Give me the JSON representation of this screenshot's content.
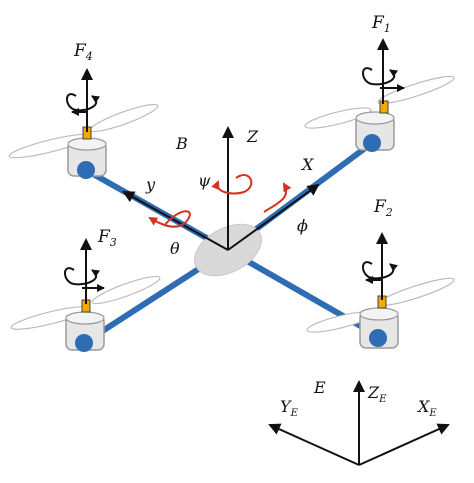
{
  "labels": {
    "f1": "F",
    "f1_sub": "1",
    "f2": "F",
    "f2_sub": "2",
    "f3": "F",
    "f3_sub": "3",
    "f4": "F",
    "f4_sub": "4",
    "body_frame": "B",
    "z": "Z",
    "x": "X",
    "y": "y",
    "psi": "ψ",
    "phi": "ϕ",
    "theta": "θ",
    "earth_frame": "E",
    "ze": "Z",
    "ze_sub": "E",
    "xe": "X",
    "xe_sub": "E",
    "ye": "Y",
    "ye_sub": "E"
  },
  "colors": {
    "arm": "#2e6db4",
    "hub": "#d9d9d9",
    "motor_body": "#e6e6e6",
    "motor_cap": "#2e6db4",
    "rotor_hub": "#f2a900",
    "rotation_arrow": "#d2321e",
    "axis": "#111111"
  }
}
